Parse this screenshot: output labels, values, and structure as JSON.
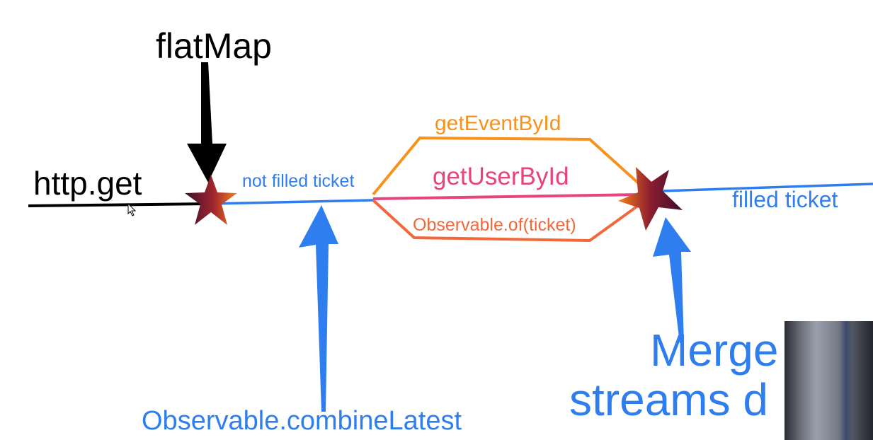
{
  "labels": {
    "flatmap": "flatMap",
    "http_get": "http.get",
    "not_filled_ticket": "not filled ticket",
    "get_event_by_id": "getEventById",
    "get_user_by_id": "getUserById",
    "observable_of": "Observable.of(ticket)",
    "filled_ticket": "filled ticket",
    "merge_line1": "Merge",
    "merge_line2": "streams d",
    "combine_latest": "Observable.combineLatest"
  },
  "colors": {
    "black": "#000000",
    "blue": "#2f7ef0",
    "orange": "#f7921e",
    "pink": "#e8437e",
    "red_orange": "#f2683a",
    "star_dark": "#3a0f2e",
    "star_light": "#f7801c"
  },
  "icons": {
    "star": "star-icon",
    "cursor": "mouse-cursor-icon",
    "webcam": "webcam-overlay"
  }
}
